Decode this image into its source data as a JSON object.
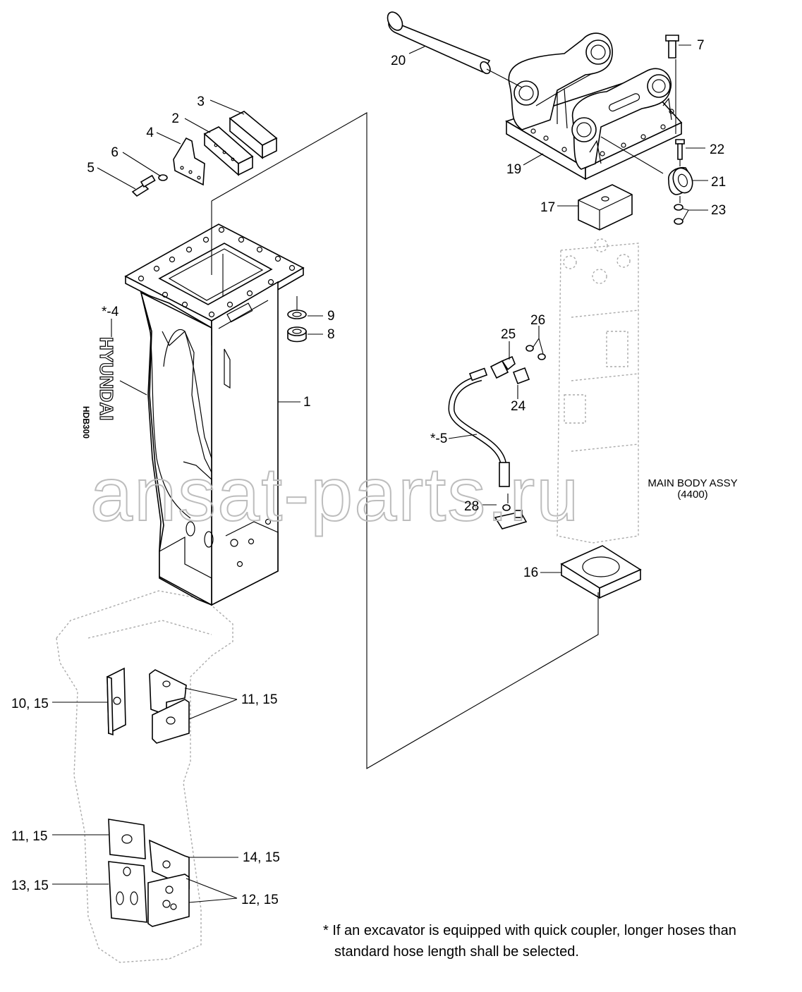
{
  "callouts": {
    "p1": "1",
    "p2": "2",
    "p3": "3",
    "p4": "4",
    "p4s": "*-4",
    "p5": "5",
    "p5s": "*-5",
    "p6": "6",
    "p7": "7",
    "p8": "8",
    "p9": "9",
    "p10_15": "10, 15",
    "p11_15a": "11, 15",
    "p11_15b": "11, 15",
    "p12_15": "12, 15",
    "p13_15": "13, 15",
    "p14_15": "14, 15",
    "p16": "16",
    "p17": "17",
    "p19": "19",
    "p20": "20",
    "p21": "21",
    "p22": "22",
    "p23": "23",
    "p24": "24",
    "p25": "25",
    "p26": "26",
    "p28": "28"
  },
  "assembly": {
    "name": "MAIN BODY ASSY",
    "code": "(4400)"
  },
  "decal": {
    "brand": "HYUNDAI",
    "model": "HDB300"
  },
  "footnote": {
    "line1": "* If an excavator is equipped with quick coupler, longer hoses than",
    "line2": "standard hose length shall be selected."
  },
  "watermark": "ansat-parts.ru"
}
